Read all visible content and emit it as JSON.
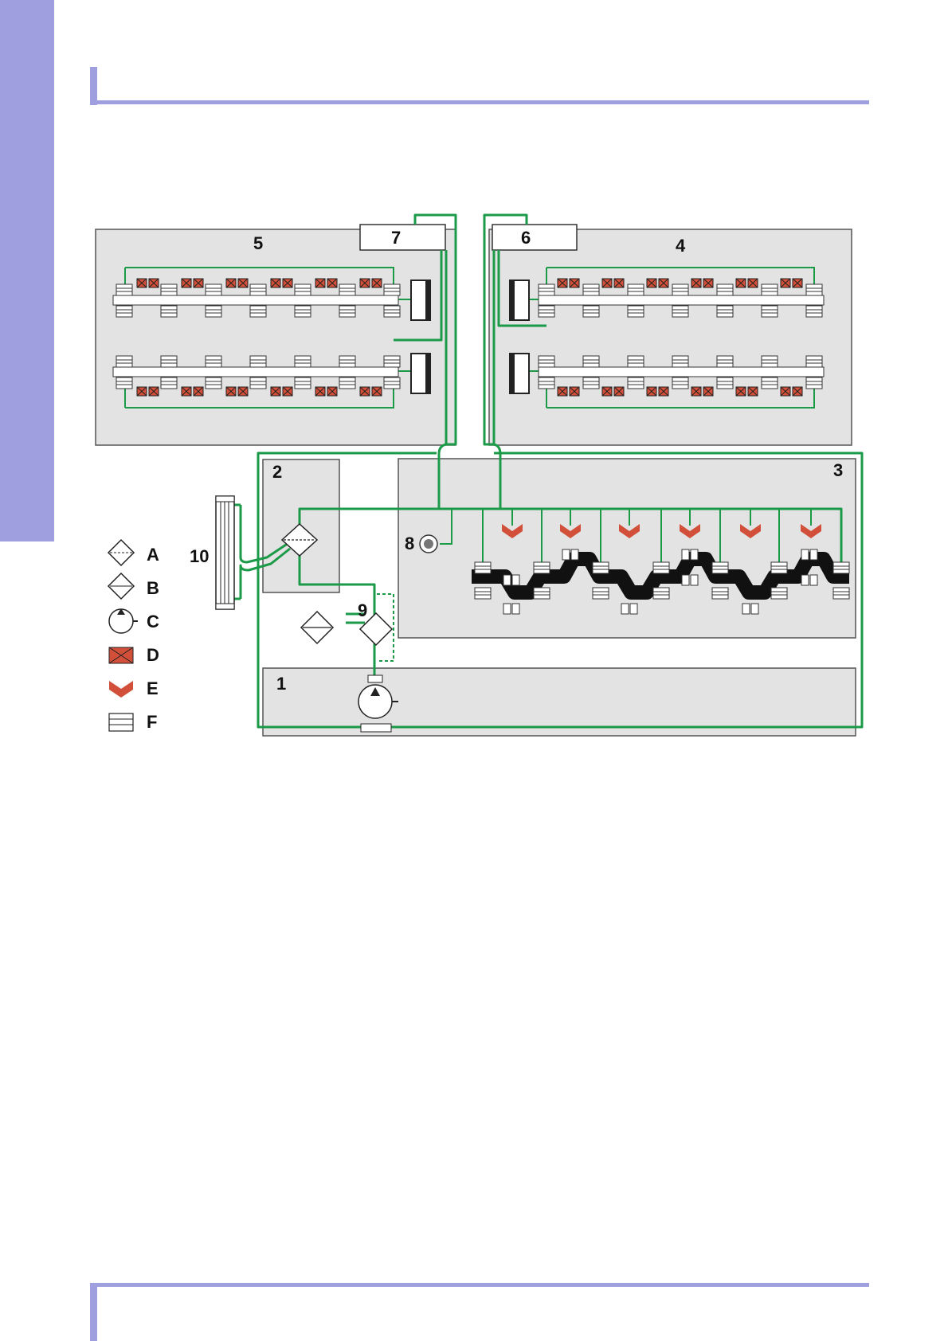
{
  "colors": {
    "accent": "#9f9fe0",
    "oil_line": "#1b9a48",
    "panel": "#e3e3e3",
    "valve_red": "#d2503a",
    "crank": "#111111"
  },
  "diagram": {
    "components": {
      "oil_pan": "1",
      "filter_module": "2",
      "crankcase": "3",
      "cylinder_head_right": "4",
      "cylinder_head_left": "5",
      "right_box": "6",
      "left_box": "7",
      "pressure_switch": "8",
      "pump_valve": "9",
      "oil_cooler": "10"
    },
    "legend": [
      {
        "key": "A",
        "icon": "filter-dashed-diamond-icon"
      },
      {
        "key": "B",
        "icon": "cooler-diamond-icon"
      },
      {
        "key": "C",
        "icon": "pump-circle-icon"
      },
      {
        "key": "D",
        "icon": "cam-bearing-cross-icon"
      },
      {
        "key": "E",
        "icon": "piston-jet-icon"
      },
      {
        "key": "F",
        "icon": "bearing-lines-icon"
      }
    ]
  }
}
